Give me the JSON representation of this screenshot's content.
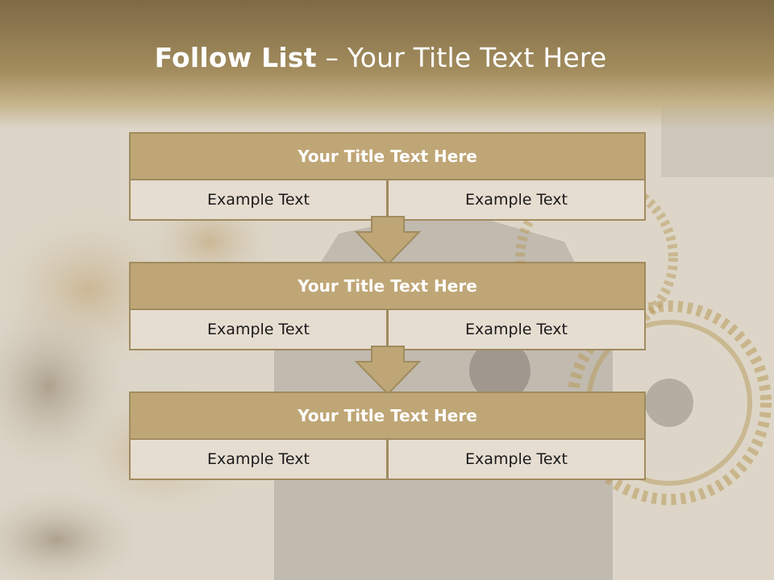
{
  "page": {
    "title_bold": "Follow List",
    "title_rest": " – Your Title Text Here"
  },
  "blocks": [
    {
      "title": "Your Title Text Here",
      "left": "Example Text",
      "right": "Example Text"
    },
    {
      "title": "Your Title Text Here",
      "left": "Example Text",
      "right": "Example Text"
    },
    {
      "title": "Your Title Text Here",
      "left": "Example Text",
      "right": "Example Text"
    }
  ],
  "colors": {
    "header_fill": "#bfa676",
    "border": "#a08b5f",
    "cell_fill": "#e6ddd1",
    "band_top": "#7d6a45"
  }
}
